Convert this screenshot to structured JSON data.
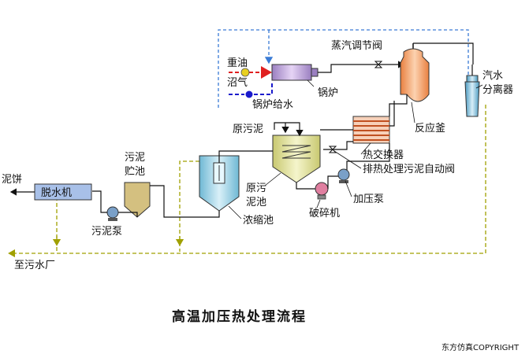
{
  "title": "高温加压热处理流程",
  "copyright": "东方仿真COPYRIGHT",
  "labels": {
    "heavy_oil": "重油",
    "biogas": "沼气",
    "boiler_feed_water": "锅炉给水",
    "boiler": "锅炉",
    "steam_valve": "蒸汽调节阀",
    "reactor": "反应釜",
    "separator_line1": "汽水",
    "separator_line2": "分离器",
    "raw_sludge_in": "原污泥",
    "heat_exchanger": "热交换器",
    "auto_valve": "排热处理污泥自动阀",
    "raw_tank_line1": "原污",
    "raw_tank_line2": "泥池",
    "pressure_pump": "加压泵",
    "crusher": "破碎机",
    "thickener": "浓缩池",
    "storage_line1": "污泥",
    "storage_line2": "贮池",
    "sludge_pump": "污泥泵",
    "dewatering": "脱水机",
    "sludge_cake": "泥饼",
    "to_wwtp": "至污水厂"
  },
  "colors": {
    "steam_dashed": "#3a7bd5",
    "overflow_dashed": "#a0a000",
    "boiler_fill": "#c9a7e0",
    "reactor_fill": "#f7a060",
    "raw_tank_fill": "#e6e6a0",
    "thickener_fill": "#a8d8ea",
    "storage_fill": "#d4c080",
    "dewater_fill": "#a8c0e8",
    "heat_exchanger_fill": "#f2a37a",
    "heavy_oil_line": "#e02020",
    "feed_water_line": "#1a1acc",
    "biogas_marker": "#e8d020",
    "crusher_fill": "#e07fa0"
  }
}
